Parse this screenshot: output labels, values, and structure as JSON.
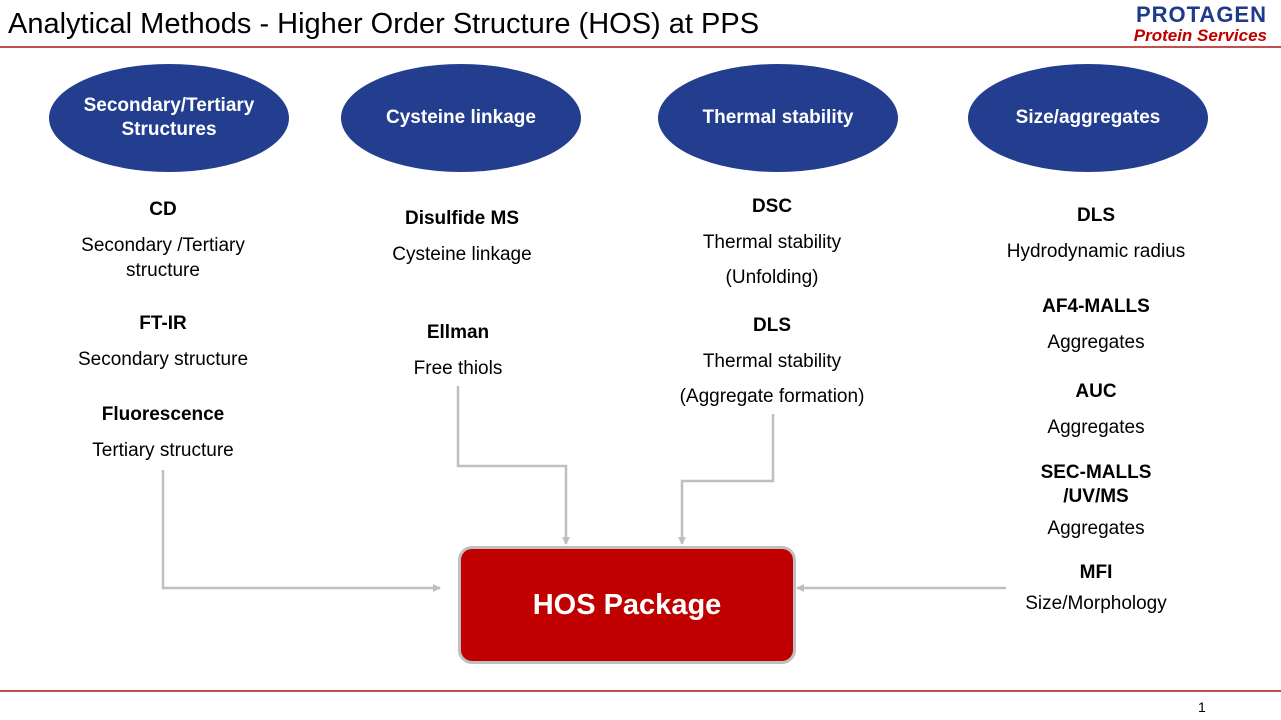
{
  "header": {
    "title": "Analytical Methods - Higher Order Structure (HOS) at PPS",
    "logo_main": "PROTAGEN",
    "logo_sub": "Protein Services"
  },
  "categories": [
    {
      "label": "Secondary/Tertiary Structures",
      "methods": [
        {
          "name": "CD",
          "desc": "Secondary /Tertiary structure"
        },
        {
          "name": "FT-IR",
          "desc": "Secondary structure"
        },
        {
          "name": "Fluorescence",
          "desc": "Tertiary structure"
        }
      ]
    },
    {
      "label": "Cysteine linkage",
      "methods": [
        {
          "name": "Disulfide MS",
          "desc": "Cysteine linkage"
        },
        {
          "name": "Ellman",
          "desc": "Free thiols"
        }
      ]
    },
    {
      "label": "Thermal stability",
      "methods": [
        {
          "name": "DSC",
          "desc": "Thermal stability",
          "desc2": "(Unfolding)"
        },
        {
          "name": "DLS",
          "desc": "Thermal stability",
          "desc2": "(Aggregate formation)"
        }
      ]
    },
    {
      "label": "Size/aggregates",
      "methods": [
        {
          "name": "DLS",
          "desc": "Hydrodynamic radius"
        },
        {
          "name": "AF4-MALLS",
          "desc": "Aggregates"
        },
        {
          "name": "AUC",
          "desc": "Aggregates"
        },
        {
          "name": "SEC-MALLS",
          "name2": "/UV/MS",
          "desc": "Aggregates"
        },
        {
          "name": "MFI",
          "desc": "Size/Morphology"
        }
      ]
    }
  ],
  "center": {
    "label": "HOS Package"
  },
  "footer": {
    "page": "1"
  },
  "colors": {
    "ellipse": "#233d8f",
    "box": "#c00000",
    "rule": "#c0504d",
    "connector": "#bfbfbf"
  }
}
